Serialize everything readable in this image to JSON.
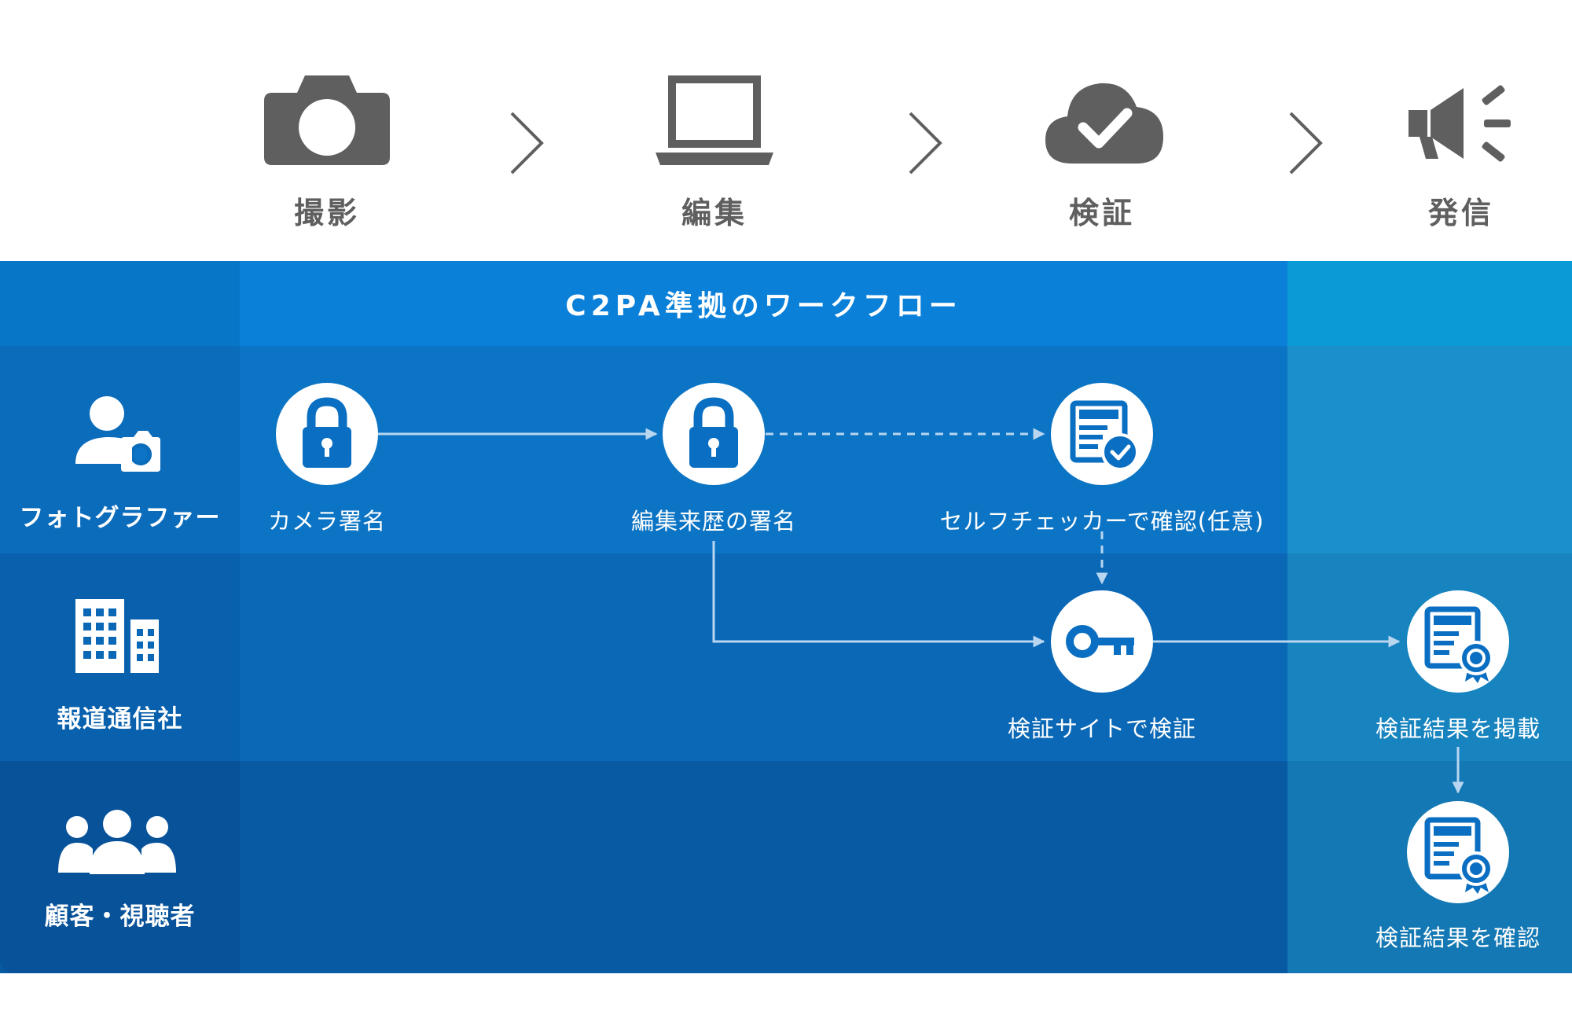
{
  "stages": [
    {
      "label": "撮影",
      "icon": "camera-icon"
    },
    {
      "label": "編集",
      "icon": "laptop-icon"
    },
    {
      "label": "検証",
      "icon": "cloud-check-icon"
    },
    {
      "label": "発信",
      "icon": "megaphone-icon"
    }
  ],
  "workflow": {
    "title": "C2PA準拠のワークフロー"
  },
  "actors": [
    {
      "label": "フォトグラファー",
      "icon": "photographer-icon"
    },
    {
      "label": "報道通信社",
      "icon": "building-icon"
    },
    {
      "label": "顧客・視聴者",
      "icon": "audience-icon"
    }
  ],
  "nodes": {
    "camera_sign": {
      "label": "カメラ署名",
      "icon": "lock-icon"
    },
    "edit_sign": {
      "label": "編集来歴の署名",
      "icon": "lock-icon"
    },
    "self_check": {
      "label": "セルフチェッカーで確認(任意)",
      "icon": "document-check-icon"
    },
    "verify_site": {
      "label": "検証サイトで検証",
      "icon": "key-icon"
    },
    "publish_result": {
      "label": "検証結果を掲載",
      "icon": "certificate-icon"
    },
    "confirm_result": {
      "label": "検証結果を確認",
      "icon": "certificate-icon"
    }
  },
  "colors": {
    "header_band": "#0a80d9",
    "accent_column": "#1a8fca",
    "node_icon": "#0a6fc2",
    "stage_icon": "#5f5f5f"
  }
}
